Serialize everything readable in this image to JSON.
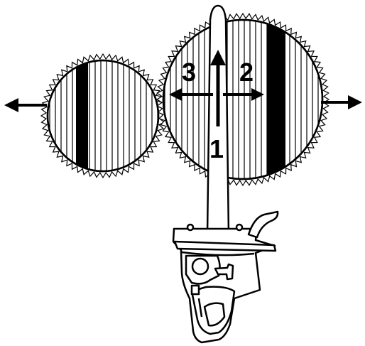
{
  "labels": {
    "step_1": "1",
    "step_2": "2",
    "step_3": "3"
  },
  "icons": {
    "left_arrow": "arrow-left-icon",
    "right_arrow": "arrow-right-icon",
    "up_arrow": "arrow-up-icon"
  },
  "colors": {
    "ink": "#000000",
    "paper": "#ffffff"
  }
}
